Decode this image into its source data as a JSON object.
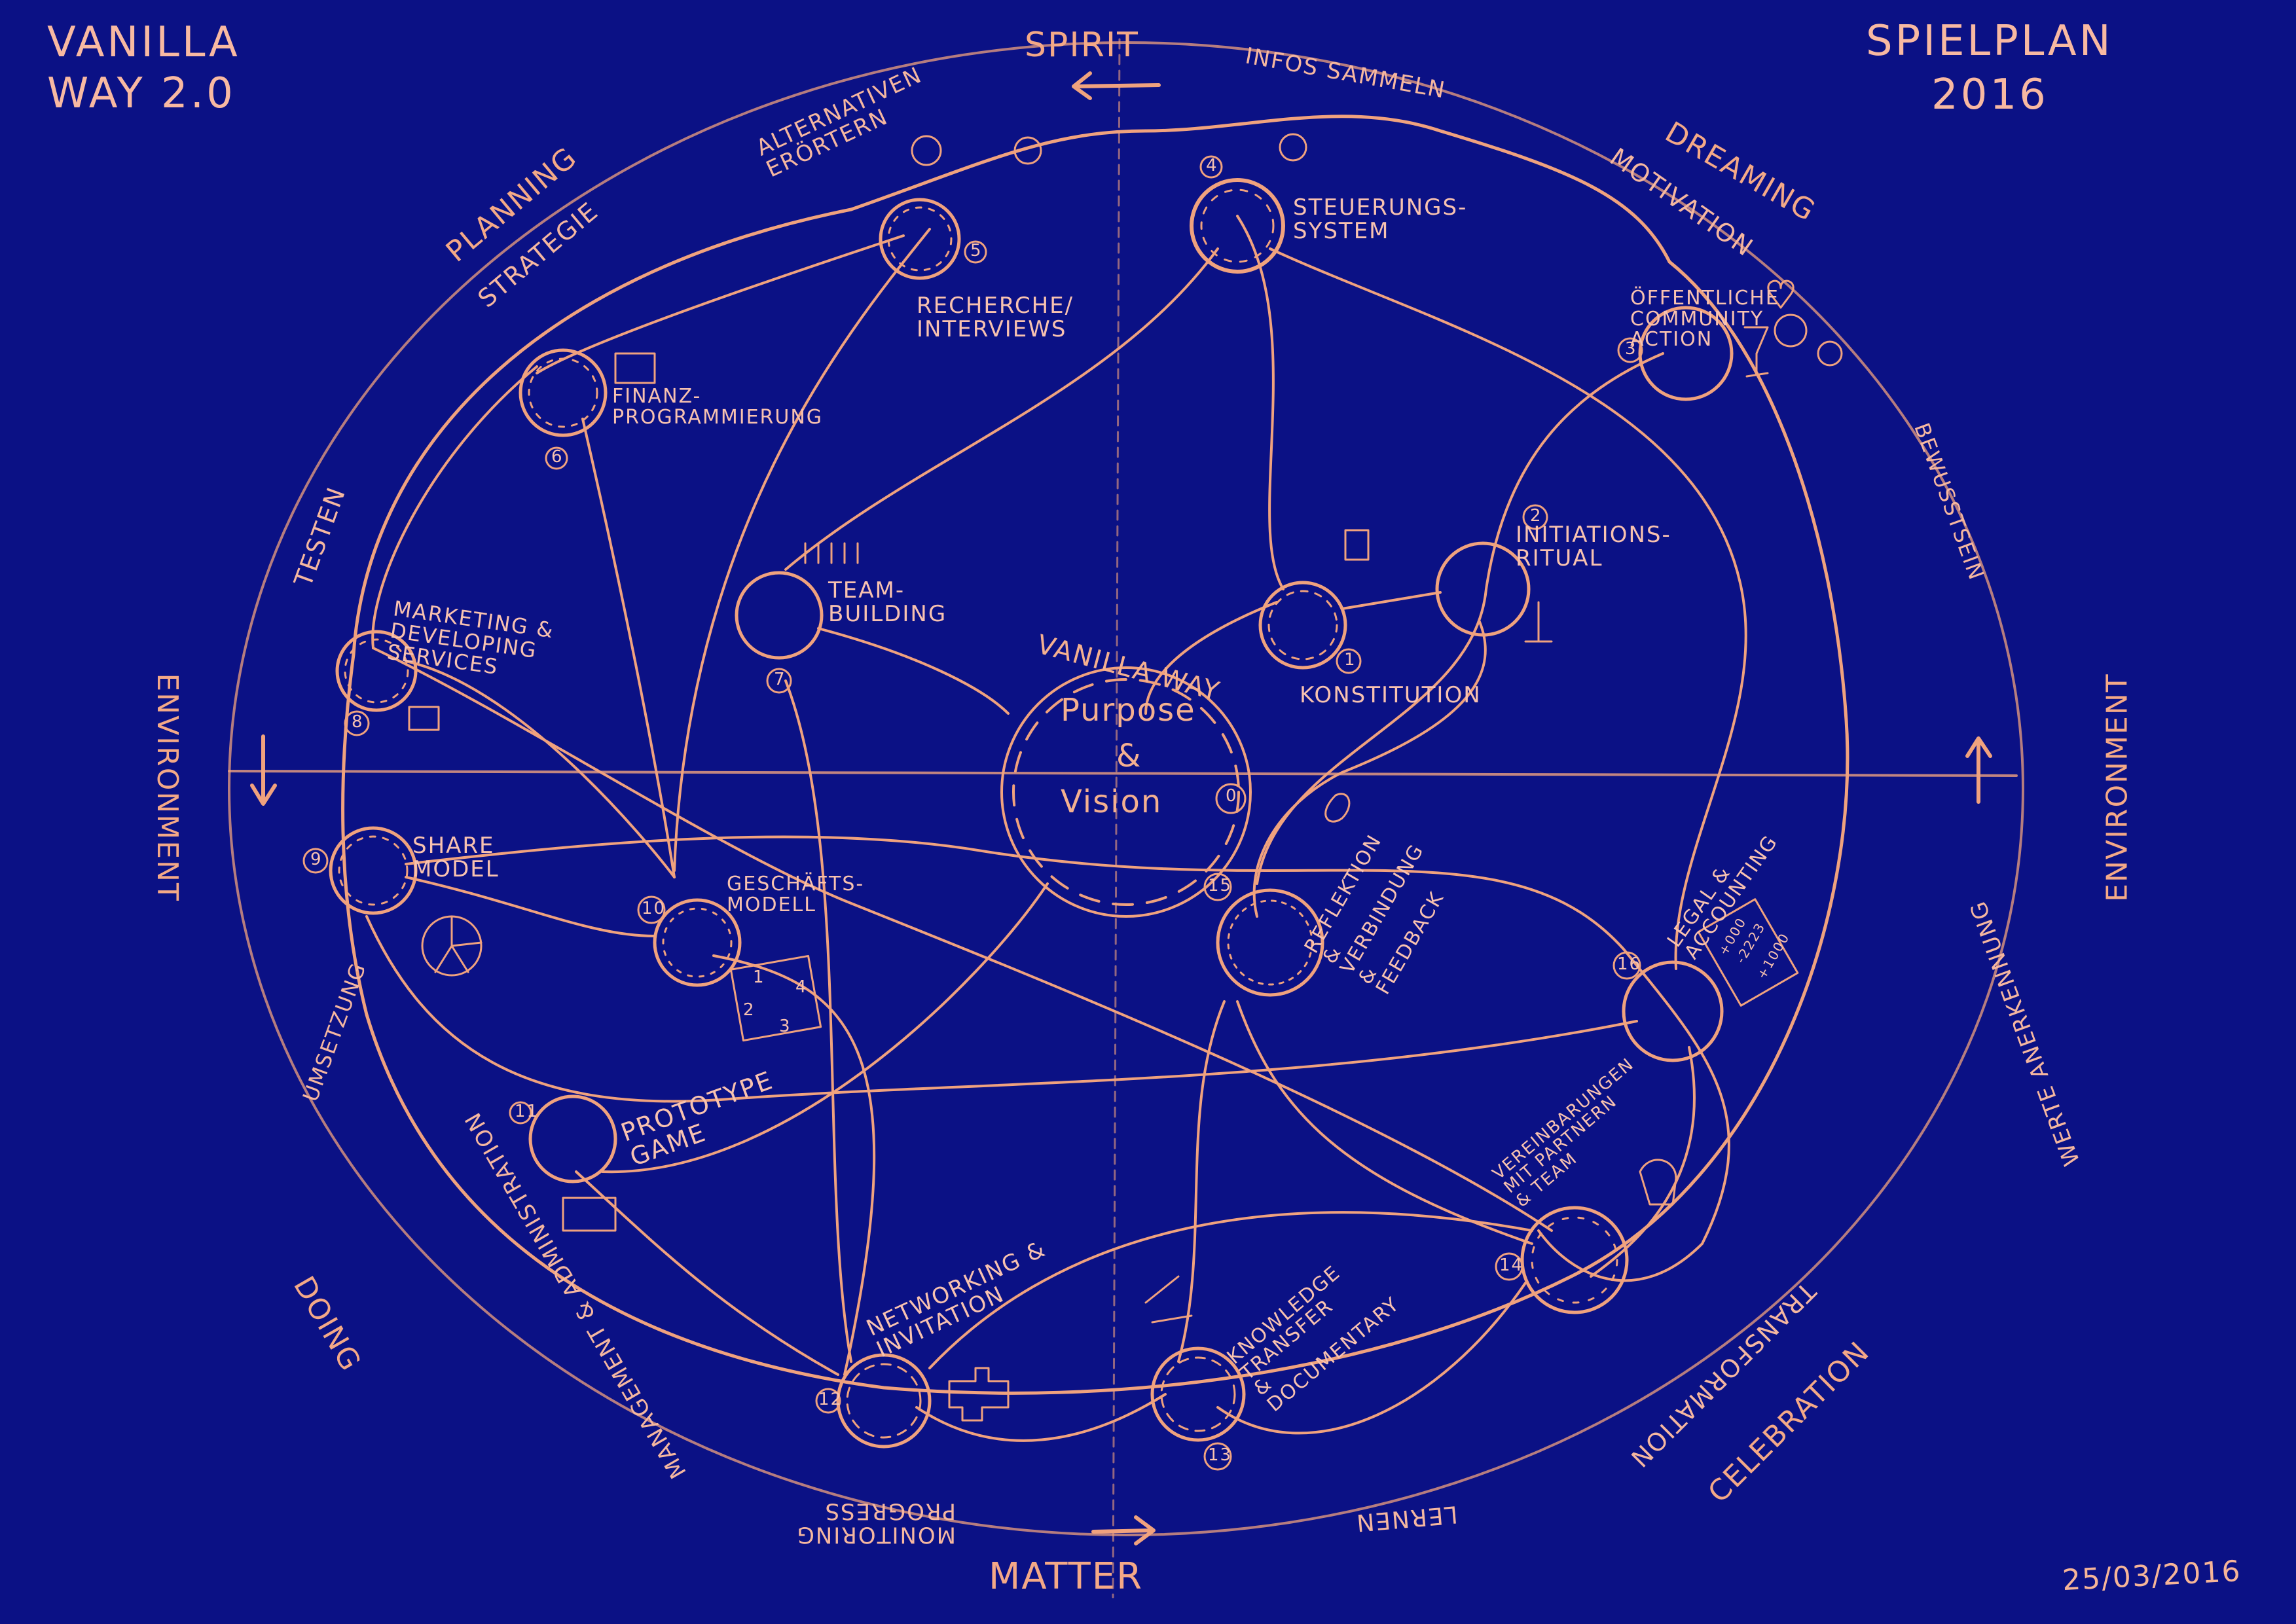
{
  "header": {
    "title_line1": "VANILLA",
    "title_line2": "WAY 2.0",
    "subtitle_line1": "SPIELPLAN",
    "subtitle_line2": "2016"
  },
  "footer": {
    "date": "25/03/2016"
  },
  "colors": {
    "background": "#0b1185",
    "ink": "#f5b39a",
    "ink_bright": "#f8c2b0"
  },
  "center": {
    "ring_text": "VANILLA WAY",
    "line1": "Purpose",
    "line2": "&",
    "line3": "Vision",
    "number": "0"
  },
  "quadrant_axes": {
    "top": "SPIRIT",
    "bottom": "MATTER",
    "left": "ENVIRONMENT",
    "right": "ENVIRONMENT"
  },
  "phases": [
    {
      "label": "PLANNING",
      "sub": "STRATEGIE"
    },
    {
      "label": "DREAMING",
      "sub": "MOTIVATION"
    },
    {
      "label": "TESTEN",
      "sub": ""
    },
    {
      "label": "DOING",
      "sub": "MANAGEMENT & ADMINISTRATION"
    },
    {
      "label": "CELEBRATION",
      "sub": "TRANSFORMATION"
    }
  ],
  "ring_notes": {
    "top_left": "ALTERNATIVEN ERÖRTERN",
    "top_right": "INFOS SAMMELN",
    "right_upper": "BEWUSSTSEIN",
    "right_lower": "WERTE ANERKENNUNG",
    "left_lower": "UMSETZUNG",
    "bottom_left": "MONITORING PROGRESS",
    "bottom_right": "LERNEN"
  },
  "nodes": [
    {
      "num": "1",
      "label": "KONSTITUTION"
    },
    {
      "num": "2",
      "label": "INITIATIONS-\nRITUAL"
    },
    {
      "num": "3",
      "label": "ÖFFENTLICHE\nCOMMUNITY\nACTION"
    },
    {
      "num": "4",
      "label": "STEUERUNGS-\nSYSTEM"
    },
    {
      "num": "5",
      "label": "RECHERCHE/\nINTERVIEWS"
    },
    {
      "num": "6",
      "label": "FINANZ-\nPROGRAMMIERUNG"
    },
    {
      "num": "7",
      "label": "TEAM-\nBUILDING"
    },
    {
      "num": "8",
      "label": "MARKETING &\nDEVELOPING\nSERVICES"
    },
    {
      "num": "9",
      "label": "SHARE\nMODEL"
    },
    {
      "num": "10",
      "label": "GESCHÄFTS-\nMODELL"
    },
    {
      "num": "11",
      "label": "PROTOTYPE\nGAME"
    },
    {
      "num": "12",
      "label": "NETWORKING &\nINVITATION"
    },
    {
      "num": "13",
      "label": "KNOWLEDGE\nTRANSFER\n&\nDOCUMENTARY"
    },
    {
      "num": "14",
      "label": "VEREINBARUNGEN\nMIT PARTNERN\n& TEAM"
    },
    {
      "num": "15",
      "label": "REFLEKTION\n&\nVERBINDUNG\n&\nFEEDBACK"
    },
    {
      "num": "16",
      "label": "LEGAL &\nACCOUNTING"
    }
  ],
  "sketch_icons": {
    "steps_box": [
      "1",
      "2",
      "3",
      "4"
    ],
    "ledger": [
      "+000",
      "-2223",
      "+1000"
    ]
  }
}
